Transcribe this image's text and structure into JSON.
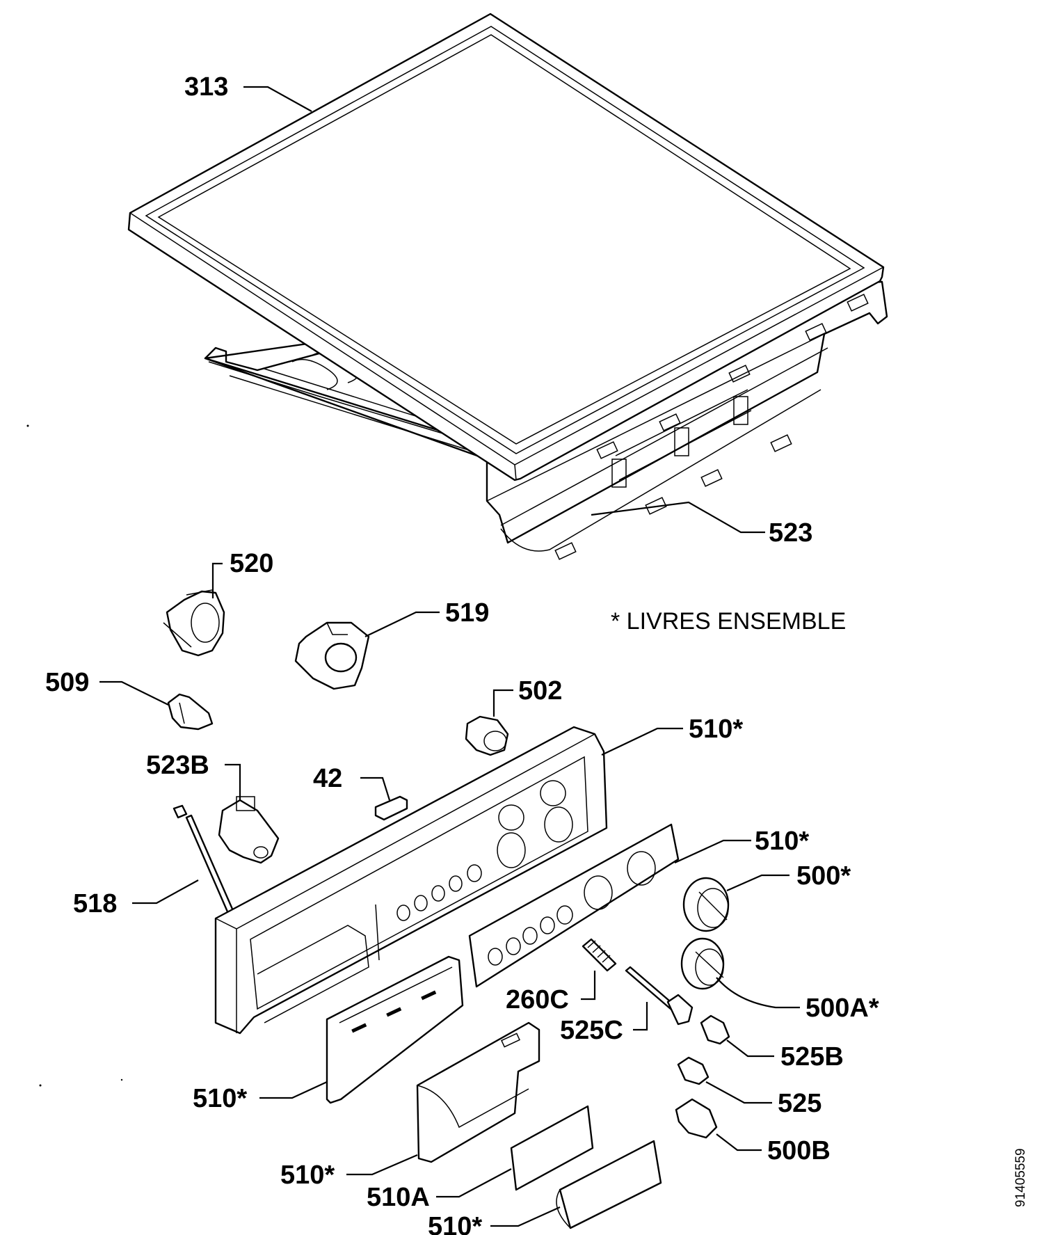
{
  "note": "* LIVRES ENSEMBLE",
  "doc_code": "91405559",
  "labels": {
    "p313": "313",
    "p523": "523",
    "p520": "520",
    "p519": "519",
    "p509": "509",
    "p502": "502",
    "p510_top": "510*",
    "p523b": "523B",
    "p42": "42",
    "p510_panel": "510*",
    "p500": "500*",
    "p518": "518",
    "p500a": "500A*",
    "p260c": "260C",
    "p525c": "525C",
    "p525b": "525B",
    "p510_drawer": "510*",
    "p525": "525",
    "p510_cover": "510*",
    "p500b": "500B",
    "p510a": "510A",
    "p510_handle": "510*"
  }
}
